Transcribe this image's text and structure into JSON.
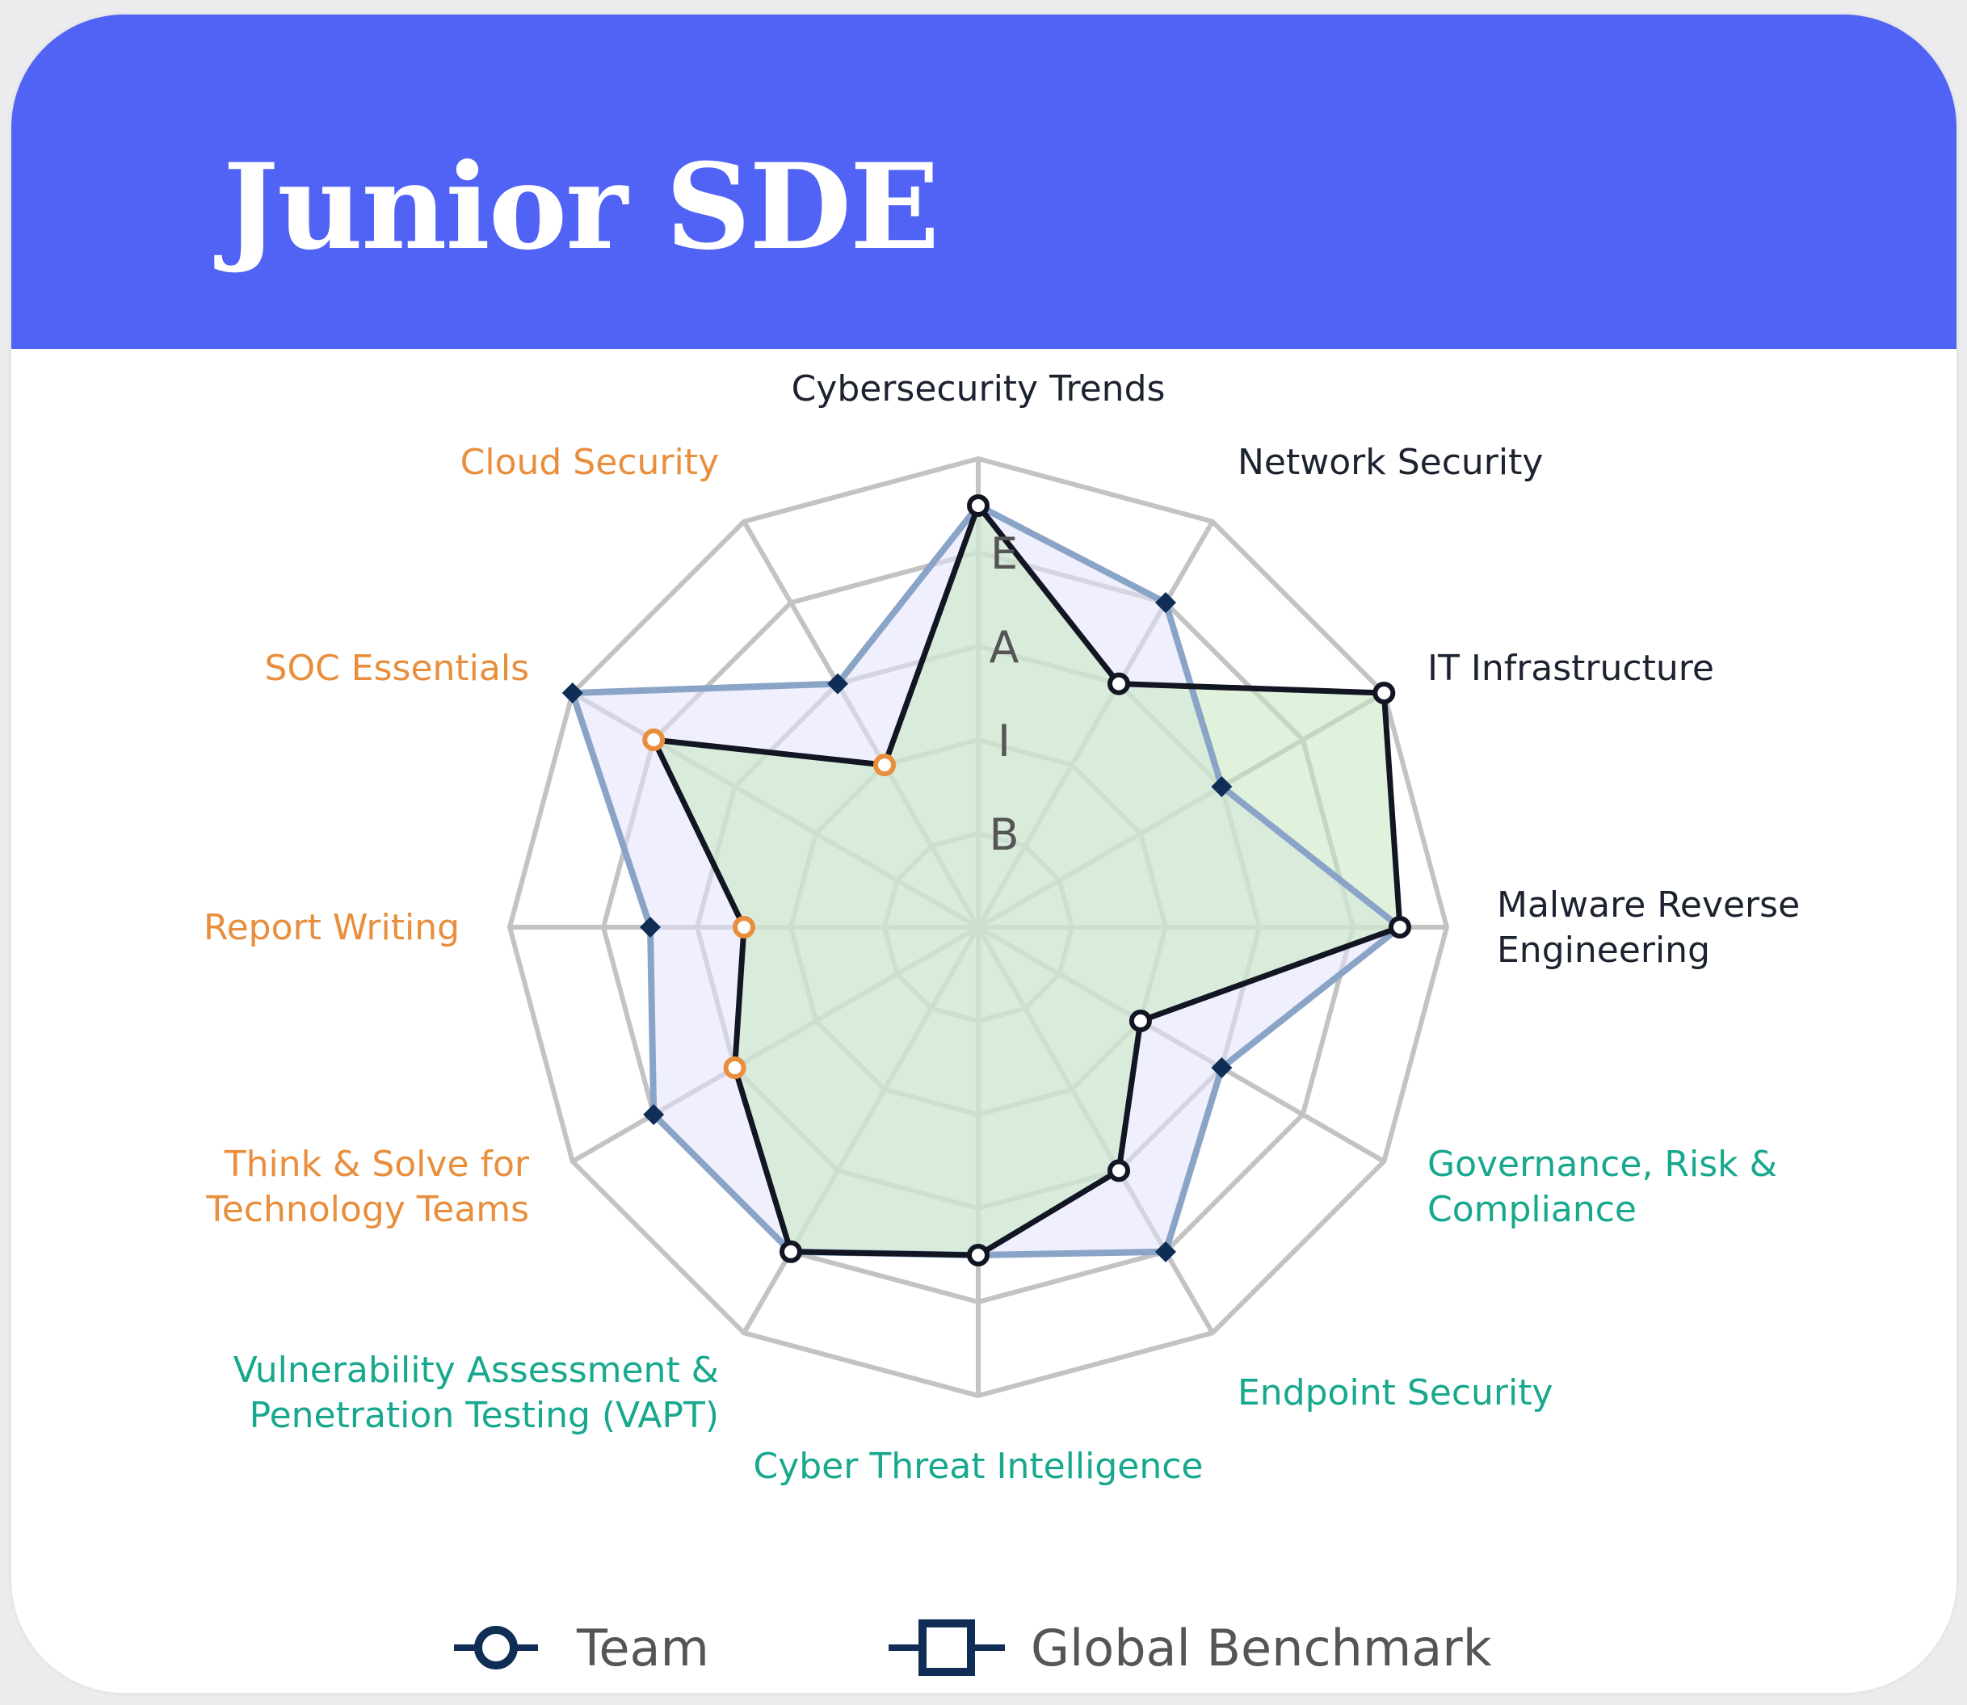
{
  "header": {
    "title": "Junior SDE"
  },
  "colors": {
    "header_bg": "#5063f5",
    "grid": "#c3c3c3",
    "team_line": "#111622",
    "team_fill": "#c7e8bf",
    "benchmark_line": "#8aa4c8",
    "benchmark_fill": "#e4e1fb",
    "benchmark_marker": "#0f2d55",
    "label_dark": "#1c2230",
    "label_orange": "#e88e3c",
    "label_teal": "#17a88d",
    "level_label": "#555555"
  },
  "chart_data": {
    "type": "radar",
    "levels": [
      "B",
      "I",
      "A",
      "E"
    ],
    "range": [
      0,
      5
    ],
    "grid": true,
    "legend_position": "bottom",
    "axes": [
      {
        "label": "Cybersecurity Trends",
        "group": "dark"
      },
      {
        "label": "Network Security",
        "group": "dark"
      },
      {
        "label": "IT Infrastructure",
        "group": "dark"
      },
      {
        "label": "Malware Reverse Engineering",
        "lines": [
          "Malware Reverse",
          "Engineering"
        ],
        "group": "dark"
      },
      {
        "label": "Governance, Risk & Compliance",
        "lines": [
          "Governance, Risk &",
          "Compliance"
        ],
        "group": "teal"
      },
      {
        "label": "Endpoint Security",
        "group": "teal"
      },
      {
        "label": "Cyber Threat Intelligence",
        "group": "teal"
      },
      {
        "label": "Vulnerability Assessment & Penetration Testing (VAPT)",
        "lines": [
          "Vulnerability Assessment &",
          "Penetration Testing (VAPT)"
        ],
        "group": "teal"
      },
      {
        "label": "Think & Solve for Technology Teams",
        "lines": [
          "Think & Solve for",
          "Technology Teams"
        ],
        "group": "orange"
      },
      {
        "label": "Report Writing",
        "group": "orange"
      },
      {
        "label": "SOC Essentials",
        "group": "orange"
      },
      {
        "label": "Cloud Security",
        "group": "orange"
      }
    ],
    "series": [
      {
        "name": "Global Benchmark",
        "values": [
          4.5,
          4.0,
          3.0,
          4.5,
          3.0,
          4.0,
          3.5,
          4.0,
          4.0,
          3.5,
          5.0,
          3.0
        ]
      },
      {
        "name": "Team",
        "values": [
          4.5,
          3.0,
          5.0,
          4.5,
          2.0,
          3.0,
          3.5,
          4.0,
          3.0,
          2.5,
          4.0,
          2.0
        ]
      }
    ],
    "legend": [
      {
        "label": "Team",
        "marker": "circle"
      },
      {
        "label": "Global Benchmark",
        "marker": "square"
      }
    ]
  }
}
